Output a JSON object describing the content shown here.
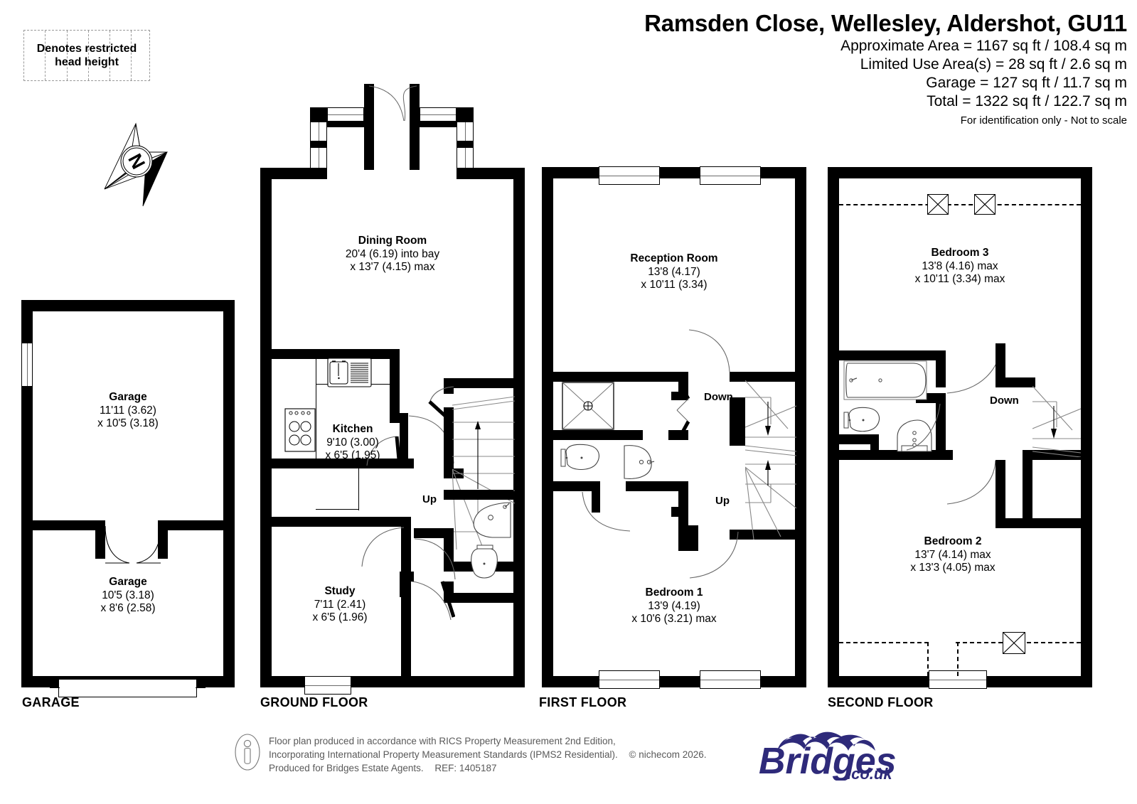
{
  "header": {
    "title": "Ramsden Close, Wellesley, Aldershot, GU11",
    "areas": [
      "Approximate Area = 1167 sq ft / 108.4 sq m",
      "Limited Use Area(s) = 28 sq ft / 2.6 sq m",
      "Garage = 127 sq ft / 11.7 sq m",
      "Total = 1322 sq ft / 122.7 sq m"
    ],
    "disclaimer": "For identification only - Not to scale"
  },
  "legend": {
    "line1": "Denotes restricted",
    "line2": "head height"
  },
  "compass": {
    "label": "N"
  },
  "floors": [
    {
      "id": "garage",
      "name": "GARAGE"
    },
    {
      "id": "ground",
      "name": "GROUND FLOOR"
    },
    {
      "id": "first",
      "name": "FIRST FLOOR"
    },
    {
      "id": "second",
      "name": "SECOND FLOOR"
    }
  ],
  "rooms": {
    "garage_upper": {
      "name": "Garage",
      "dim1": "11'11 (3.62)",
      "dim2": "x 10'5 (3.18)"
    },
    "garage_lower": {
      "name": "Garage",
      "dim1": "10'5 (3.18)",
      "dim2": "x 8'6 (2.58)"
    },
    "dining": {
      "name": "Dining Room",
      "dim1": "20'4 (6.19) into bay",
      "dim2": "x 13'7 (4.15) max"
    },
    "kitchen": {
      "name": "Kitchen",
      "dim1": "9'10 (3.00)",
      "dim2": "x 6'5 (1.95)"
    },
    "study": {
      "name": "Study",
      "dim1": "7'11 (2.41)",
      "dim2": "x 6'5 (1.96)"
    },
    "reception": {
      "name": "Reception Room",
      "dim1": "13'8 (4.17)",
      "dim2": "x 10'11 (3.34)"
    },
    "bedroom1": {
      "name": "Bedroom 1",
      "dim1": "13'9 (4.19)",
      "dim2": "x 10'6 (3.21) max"
    },
    "bedroom3": {
      "name": "Bedroom 3",
      "dim1": "13'8 (4.16) max",
      "dim2": "x 10'11 (3.34) max"
    },
    "bedroom2": {
      "name": "Bedroom 2",
      "dim1": "13'7 (4.14) max",
      "dim2": "x 13'3 (4.05) max"
    }
  },
  "stairs": {
    "ground_up": "Up",
    "first_down": "Down",
    "first_up": "Up",
    "second_down": "Down"
  },
  "footer": {
    "line1": "Floor plan produced in accordance with RICS Property Measurement 2nd Edition,",
    "line2": "Incorporating International Property Measurement Standards (IPMS2 Residential).",
    "copyright": "© nichecom 2026.",
    "line3": "Produced for Bridges Estate Agents.",
    "ref": "REF: 1405187"
  },
  "logo": {
    "name": "Bridges",
    "suffix": ".co.uk",
    "color": "#2e2a7a"
  }
}
